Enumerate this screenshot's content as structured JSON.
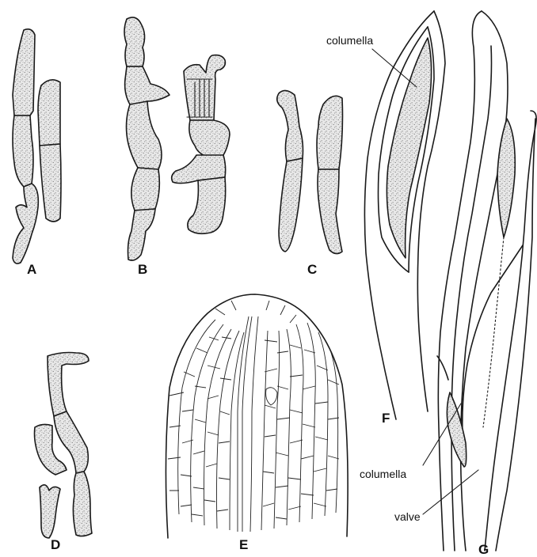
{
  "panels": {
    "a": "A",
    "b": "B",
    "c": "C",
    "d": "D",
    "e": "E",
    "f": "F",
    "g": "G"
  },
  "labels": {
    "columella_top": "columella",
    "columella_bottom": "columella",
    "valve": "valve"
  }
}
